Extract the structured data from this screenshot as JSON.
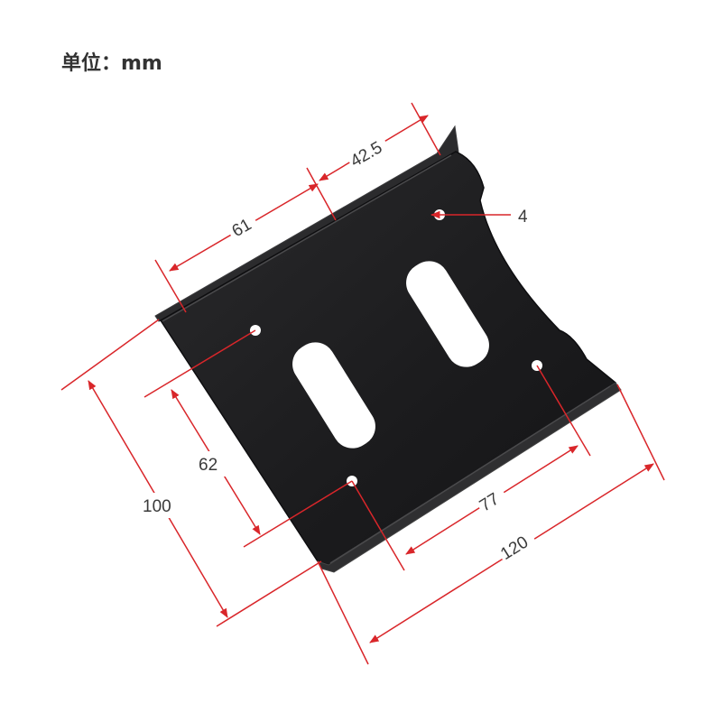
{
  "unit_label": "单位：mm",
  "colors": {
    "dimension_line": "#d9262a",
    "plate": "#1c1c1e",
    "plate_edge": "#3a3a3c",
    "text": "#3a3a3a"
  },
  "dimensions": {
    "width": "120",
    "depth": "100",
    "hole_spacing_long": "77",
    "hole_spacing_short": "62",
    "top_offset": "61",
    "top_span": "42.5",
    "hole_diameter": "4"
  }
}
